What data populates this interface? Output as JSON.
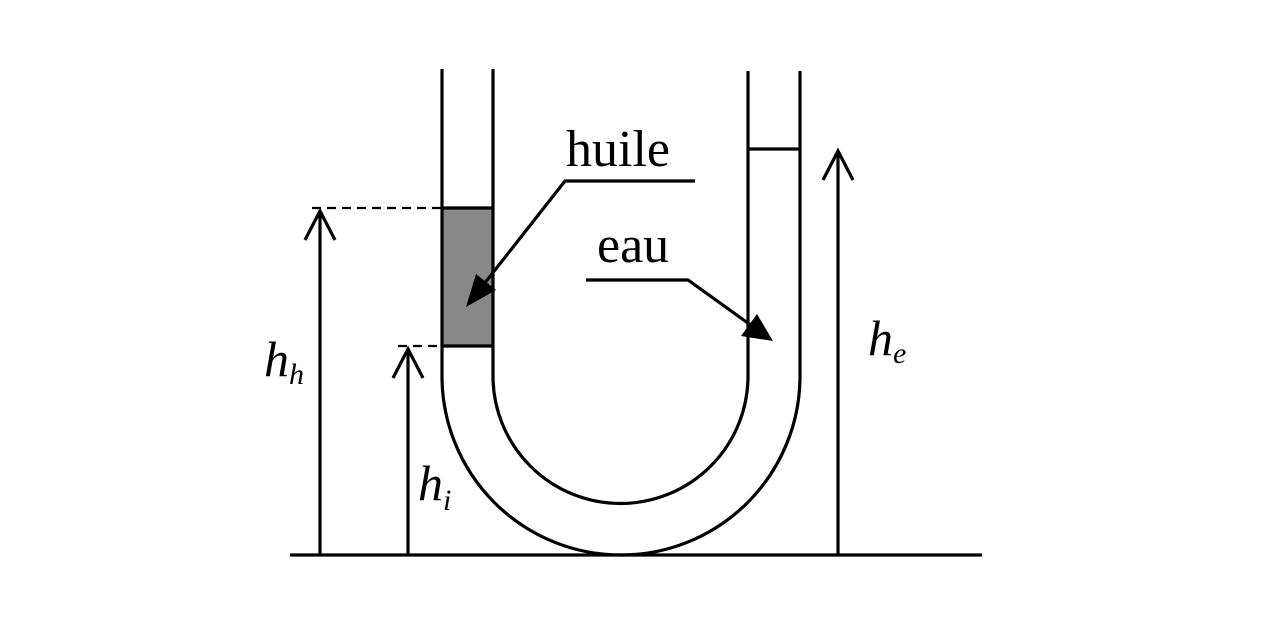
{
  "diagram": {
    "title": "Tube en U contenant de l'huile et de l'eau",
    "fluids": {
      "oil": {
        "label": "huile",
        "color": "#888888"
      },
      "water": {
        "label": "eau"
      }
    },
    "heights": {
      "oil_top": {
        "symbol": "h",
        "subscript": "h"
      },
      "interface": {
        "symbol": "h",
        "subscript": "i"
      },
      "water_top": {
        "symbol": "h",
        "subscript": "e"
      }
    },
    "colors": {
      "stroke": "#000000",
      "background": "#ffffff"
    }
  }
}
